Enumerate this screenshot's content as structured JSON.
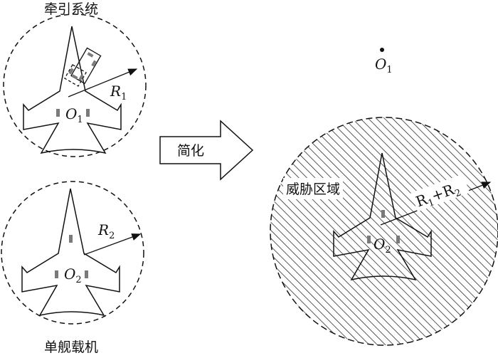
{
  "labels": {
    "tow_system": "牵引系统",
    "single_carrier_aircraft": "单舰载机",
    "simplify": "简化",
    "threat_zone": "威胁区域"
  },
  "symbols": {
    "o1": {
      "main": "O",
      "sub": "1"
    },
    "o2": {
      "main": "O",
      "sub": "2"
    },
    "r1": {
      "main": "R",
      "sub": "1"
    },
    "r2": {
      "main": "R",
      "sub": "2"
    },
    "r1r2": {
      "a": "R",
      "a_sub": "1",
      "plus": "+",
      "b": "R",
      "b_sub": "2"
    },
    "o1_point": {
      "main": "O",
      "sub": "1"
    }
  },
  "colors": {
    "stroke": "#111111",
    "marker": "#7a7a7a",
    "hatch": "#222222"
  }
}
